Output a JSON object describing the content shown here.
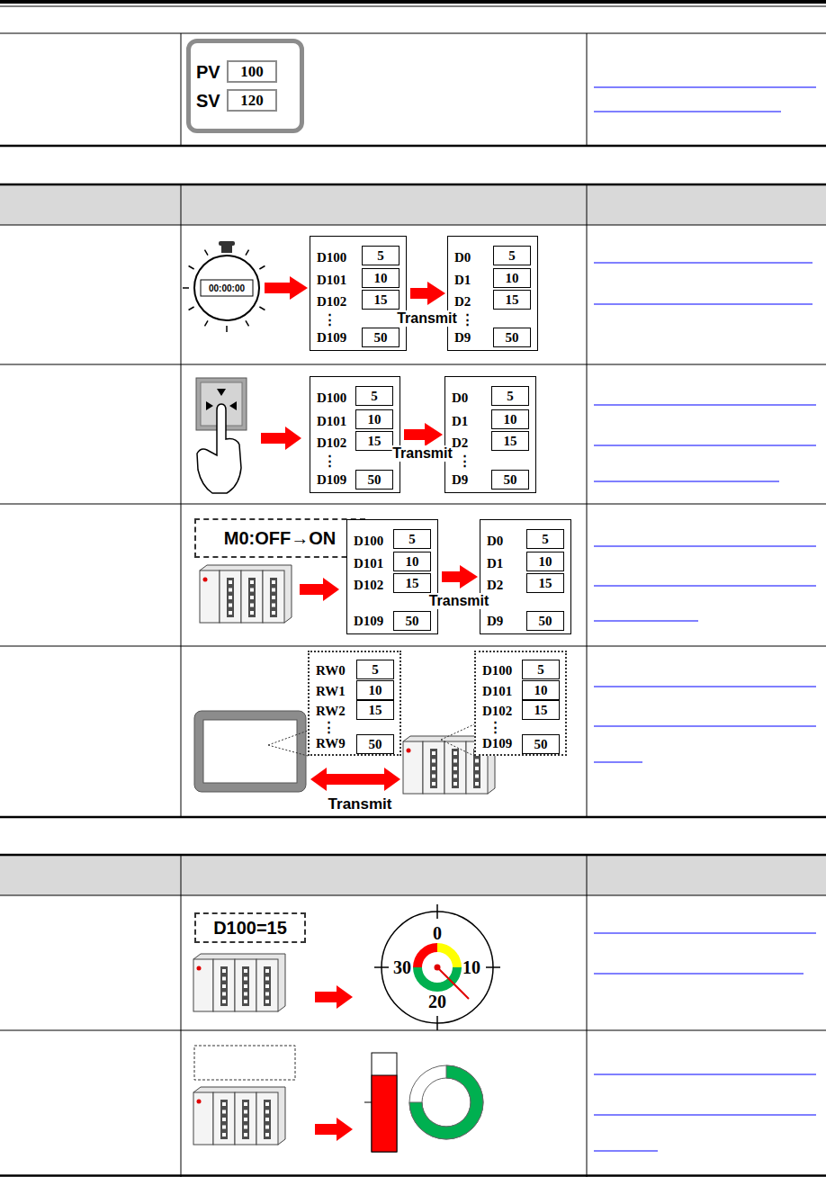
{
  "diagram": {
    "nodes": [
      {
        "text": [
          "PV",
          "SV"
        ]
      },
      {
        "text": [
          "100"
        ],
        "in": 0
      },
      {
        "text": [
          "120"
        ],
        "in": 0
      },
      {
        "text": [
          "00:00:00"
        ]
      },
      {
        "text": [
          "D100",
          "D101",
          "D102",
          "⋮",
          "D109"
        ]
      },
      {
        "text": [
          "5"
        ],
        "in": 4
      },
      {
        "text": [
          "10"
        ],
        "in": 4
      },
      {
        "text": [
          "15"
        ],
        "in": 4
      },
      {
        "text": [
          "50"
        ],
        "in": 4
      },
      {
        "text": [
          "D0",
          "D1",
          "D2",
          "⋮",
          "D9"
        ]
      },
      {
        "text": [
          "5"
        ],
        "in": 9
      },
      {
        "text": [
          "10"
        ],
        "in": 9
      },
      {
        "text": [
          "15"
        ],
        "in": 9
      },
      {
        "text": [
          "50"
        ],
        "in": 9
      },
      {
        "text": [
          "D100",
          "D101",
          "D102",
          "⋮",
          "D109"
        ]
      },
      {
        "text": [
          "5"
        ],
        "in": 14
      },
      {
        "text": [
          "10"
        ],
        "in": 14
      },
      {
        "text": [
          "15"
        ],
        "in": 14
      },
      {
        "text": [
          "50"
        ],
        "in": 14
      },
      {
        "text": [
          "D0",
          "D1",
          "D2",
          "⋮",
          "D9"
        ]
      },
      {
        "text": [
          "5"
        ],
        "in": 19
      },
      {
        "text": [
          "10"
        ],
        "in": 19
      },
      {
        "text": [
          "15"
        ],
        "in": 19
      },
      {
        "text": [
          "50"
        ],
        "in": 19
      },
      {
        "text": [
          "M0:OFF→ON"
        ]
      },
      {
        "text": [
          "D100",
          "D101",
          "D102",
          "D109"
        ]
      },
      {
        "text": [
          "5"
        ],
        "in": 25
      },
      {
        "text": [
          "10"
        ],
        "in": 25
      },
      {
        "text": [
          "15"
        ],
        "in": 25
      },
      {
        "text": [
          "50"
        ],
        "in": 25
      },
      {
        "text": [
          "D0",
          "D1",
          "D2",
          "D9"
        ]
      },
      {
        "text": [
          "5"
        ],
        "in": 30
      },
      {
        "text": [
          "10"
        ],
        "in": 30
      },
      {
        "text": [
          "15"
        ],
        "in": 30
      },
      {
        "text": [
          "50"
        ],
        "in": 30
      },
      {
        "text": [
          "RW0",
          "RW1",
          "RW2",
          "⋮",
          "RW9"
        ]
      },
      {
        "text": [
          "5"
        ],
        "in": 35
      },
      {
        "text": [
          "10"
        ],
        "in": 35
      },
      {
        "text": [
          "15"
        ],
        "in": 35
      },
      {
        "text": [
          "50"
        ],
        "in": 35
      },
      {
        "text": [
          "D100",
          "D101",
          "D102",
          "⋮",
          "D109"
        ]
      },
      {
        "text": [
          "5"
        ],
        "in": 40
      },
      {
        "text": [
          "10"
        ],
        "in": 40
      },
      {
        "text": [
          "15"
        ],
        "in": 40
      },
      {
        "text": [
          "50"
        ],
        "in": 40
      },
      {
        "text": [
          "D100=15"
        ]
      }
    ],
    "edges": [
      {
        "from": 3,
        "to": 4,
        "arrow": "to"
      },
      {
        "from": 4,
        "to": 9,
        "label": "Transmit",
        "arrow": "to"
      },
      {
        "from": 14,
        "to": 19,
        "label": "Transmit",
        "arrow": "to"
      },
      {
        "from": 25,
        "to": 30,
        "label": "Transmit",
        "arrow": "to"
      }
    ],
    "labels": [
      "Transmit",
      "0",
      "10",
      "20",
      "30"
    ]
  }
}
